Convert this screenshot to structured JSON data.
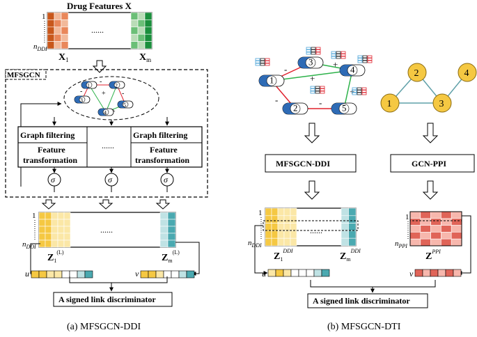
{
  "panel_a": {
    "drug_features": "Drug Features X",
    "row1": "1",
    "n_ddi": "n",
    "n_ddi_sub": "DDI",
    "ellipsis": "......",
    "x1": "X",
    "x1_sub": "1",
    "xm": "X",
    "xm_sub": "m",
    "mfsgcn": "MFSGCN",
    "graph_filtering": "Graph filtering",
    "feature_transformation_1": "Feature",
    "feature_transformation_2": "transformation",
    "sigma": "σ",
    "z": "Z",
    "z1_sub": "1",
    "zm_sub": "m",
    "z_sup": "(L)",
    "u": "u",
    "v": "v",
    "discriminator": "A signed link discriminator",
    "caption": "(a) MFSGCN-DDI"
  },
  "panel_b": {
    "nodes": [
      "1",
      "2",
      "3",
      "4",
      "5"
    ],
    "ppi_nodes": [
      "1",
      "2",
      "3",
      "4"
    ],
    "mfsgcn_ddi": "MFSGCN-DDI",
    "gcn_ppi": "GCN-PPI",
    "row1": "1",
    "n": "n",
    "n_ddi_sub": "DDI",
    "n_ppi_sub": "PPI",
    "z": "Z",
    "z1_sub": "1",
    "zm_sub": "m",
    "z_ddi_sup": "DDI",
    "z_ppi_sup": "PPI",
    "u": "u",
    "v": "v",
    "discriminator": "A signed link discriminator",
    "caption": "(b) MFSGCN-DTI"
  },
  "signs": {
    "plus": "+",
    "minus": "-"
  },
  "colors": {
    "orange_dark": "#c8571b",
    "orange_light": "#f2b99a",
    "green_dark": "#1a8f3c",
    "green_light": "#b9dcb7",
    "yellow": "#f5c842",
    "yellow_light": "#fbe7a6",
    "teal": "#4aa9b0",
    "teal_light": "#bfe2e4",
    "red": "#e06458",
    "red_light": "#f7b7ad",
    "node_yellow": "#f5c842",
    "pill_blue": "#2e6bb5",
    "neg_edge": "#e0202c",
    "pos_edge": "#2db24a",
    "ppi_edge": "#5fa0a8"
  }
}
